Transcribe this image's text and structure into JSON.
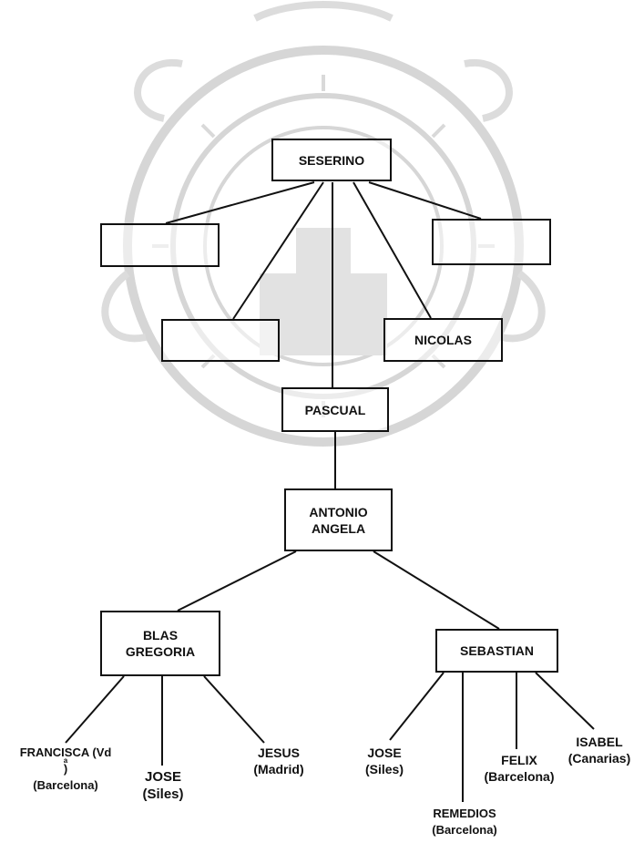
{
  "tree": {
    "root": {
      "name": "SESERINO"
    },
    "children_of_root": [
      {
        "name": ""
      },
      {
        "name": ""
      },
      {
        "name": "PASCUAL"
      },
      {
        "name": "NICOLAS"
      },
      {
        "name": ""
      }
    ],
    "couple": {
      "line1": "ANTONIO",
      "line2": "ANGELA"
    },
    "couple_children": [
      {
        "line1": "BLAS",
        "line2": "GREGORIA"
      },
      {
        "name": "SEBASTIAN"
      }
    ],
    "blas_children": [
      {
        "name_prefix": "FRANCISCA (Vd",
        "name_sup": "a",
        "name_suffix": ")",
        "place": "(Barcelona)"
      },
      {
        "name": "JOSE",
        "place": "(Siles)"
      },
      {
        "name": "JESUS",
        "place": "(Madrid)"
      }
    ],
    "sebastian_children": [
      {
        "name": "JOSE",
        "place": "(Siles)"
      },
      {
        "name": "REMEDIOS",
        "place": "(Barcelona)"
      },
      {
        "name": "FELIX",
        "place": "(Barcelona)"
      },
      {
        "name": "ISABEL",
        "place": "(Canarias)"
      }
    ]
  },
  "watermark": {
    "icon": "seal-watermark-icon",
    "color": "#d9d9d9"
  },
  "colors": {
    "ink": "#111111",
    "background": "#ffffff"
  }
}
